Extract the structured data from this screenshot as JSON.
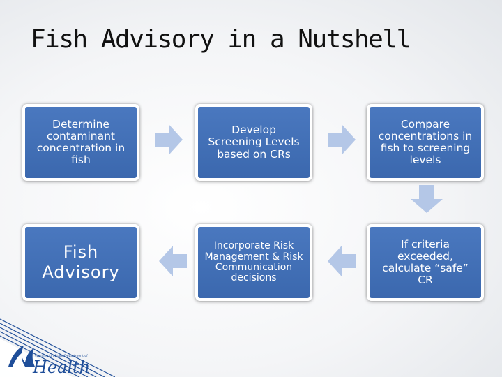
{
  "title": "Fish Advisory in a Nutshell",
  "steps": {
    "determine": "Determine contaminant concentration in fish",
    "develop": "Develop Screening Levels based on CRs",
    "compare": "Compare concentrations in fish  to screening levels",
    "calculate": "If criteria exceeded, calculate “safe” CR",
    "incorporate": "Incorporate Risk Management & Risk Communication decisions",
    "advisory": "Fish Advisory"
  },
  "logo": {
    "small_text": "Washington State Department of",
    "word": "Health"
  },
  "colors": {
    "box": "#4472c4",
    "arrow": "#b4c7e7",
    "logo": "#1f4e99"
  },
  "icons": [
    "arrow-right-icon",
    "arrow-down-icon",
    "arrow-left-icon",
    "mountain-logo-icon"
  ]
}
